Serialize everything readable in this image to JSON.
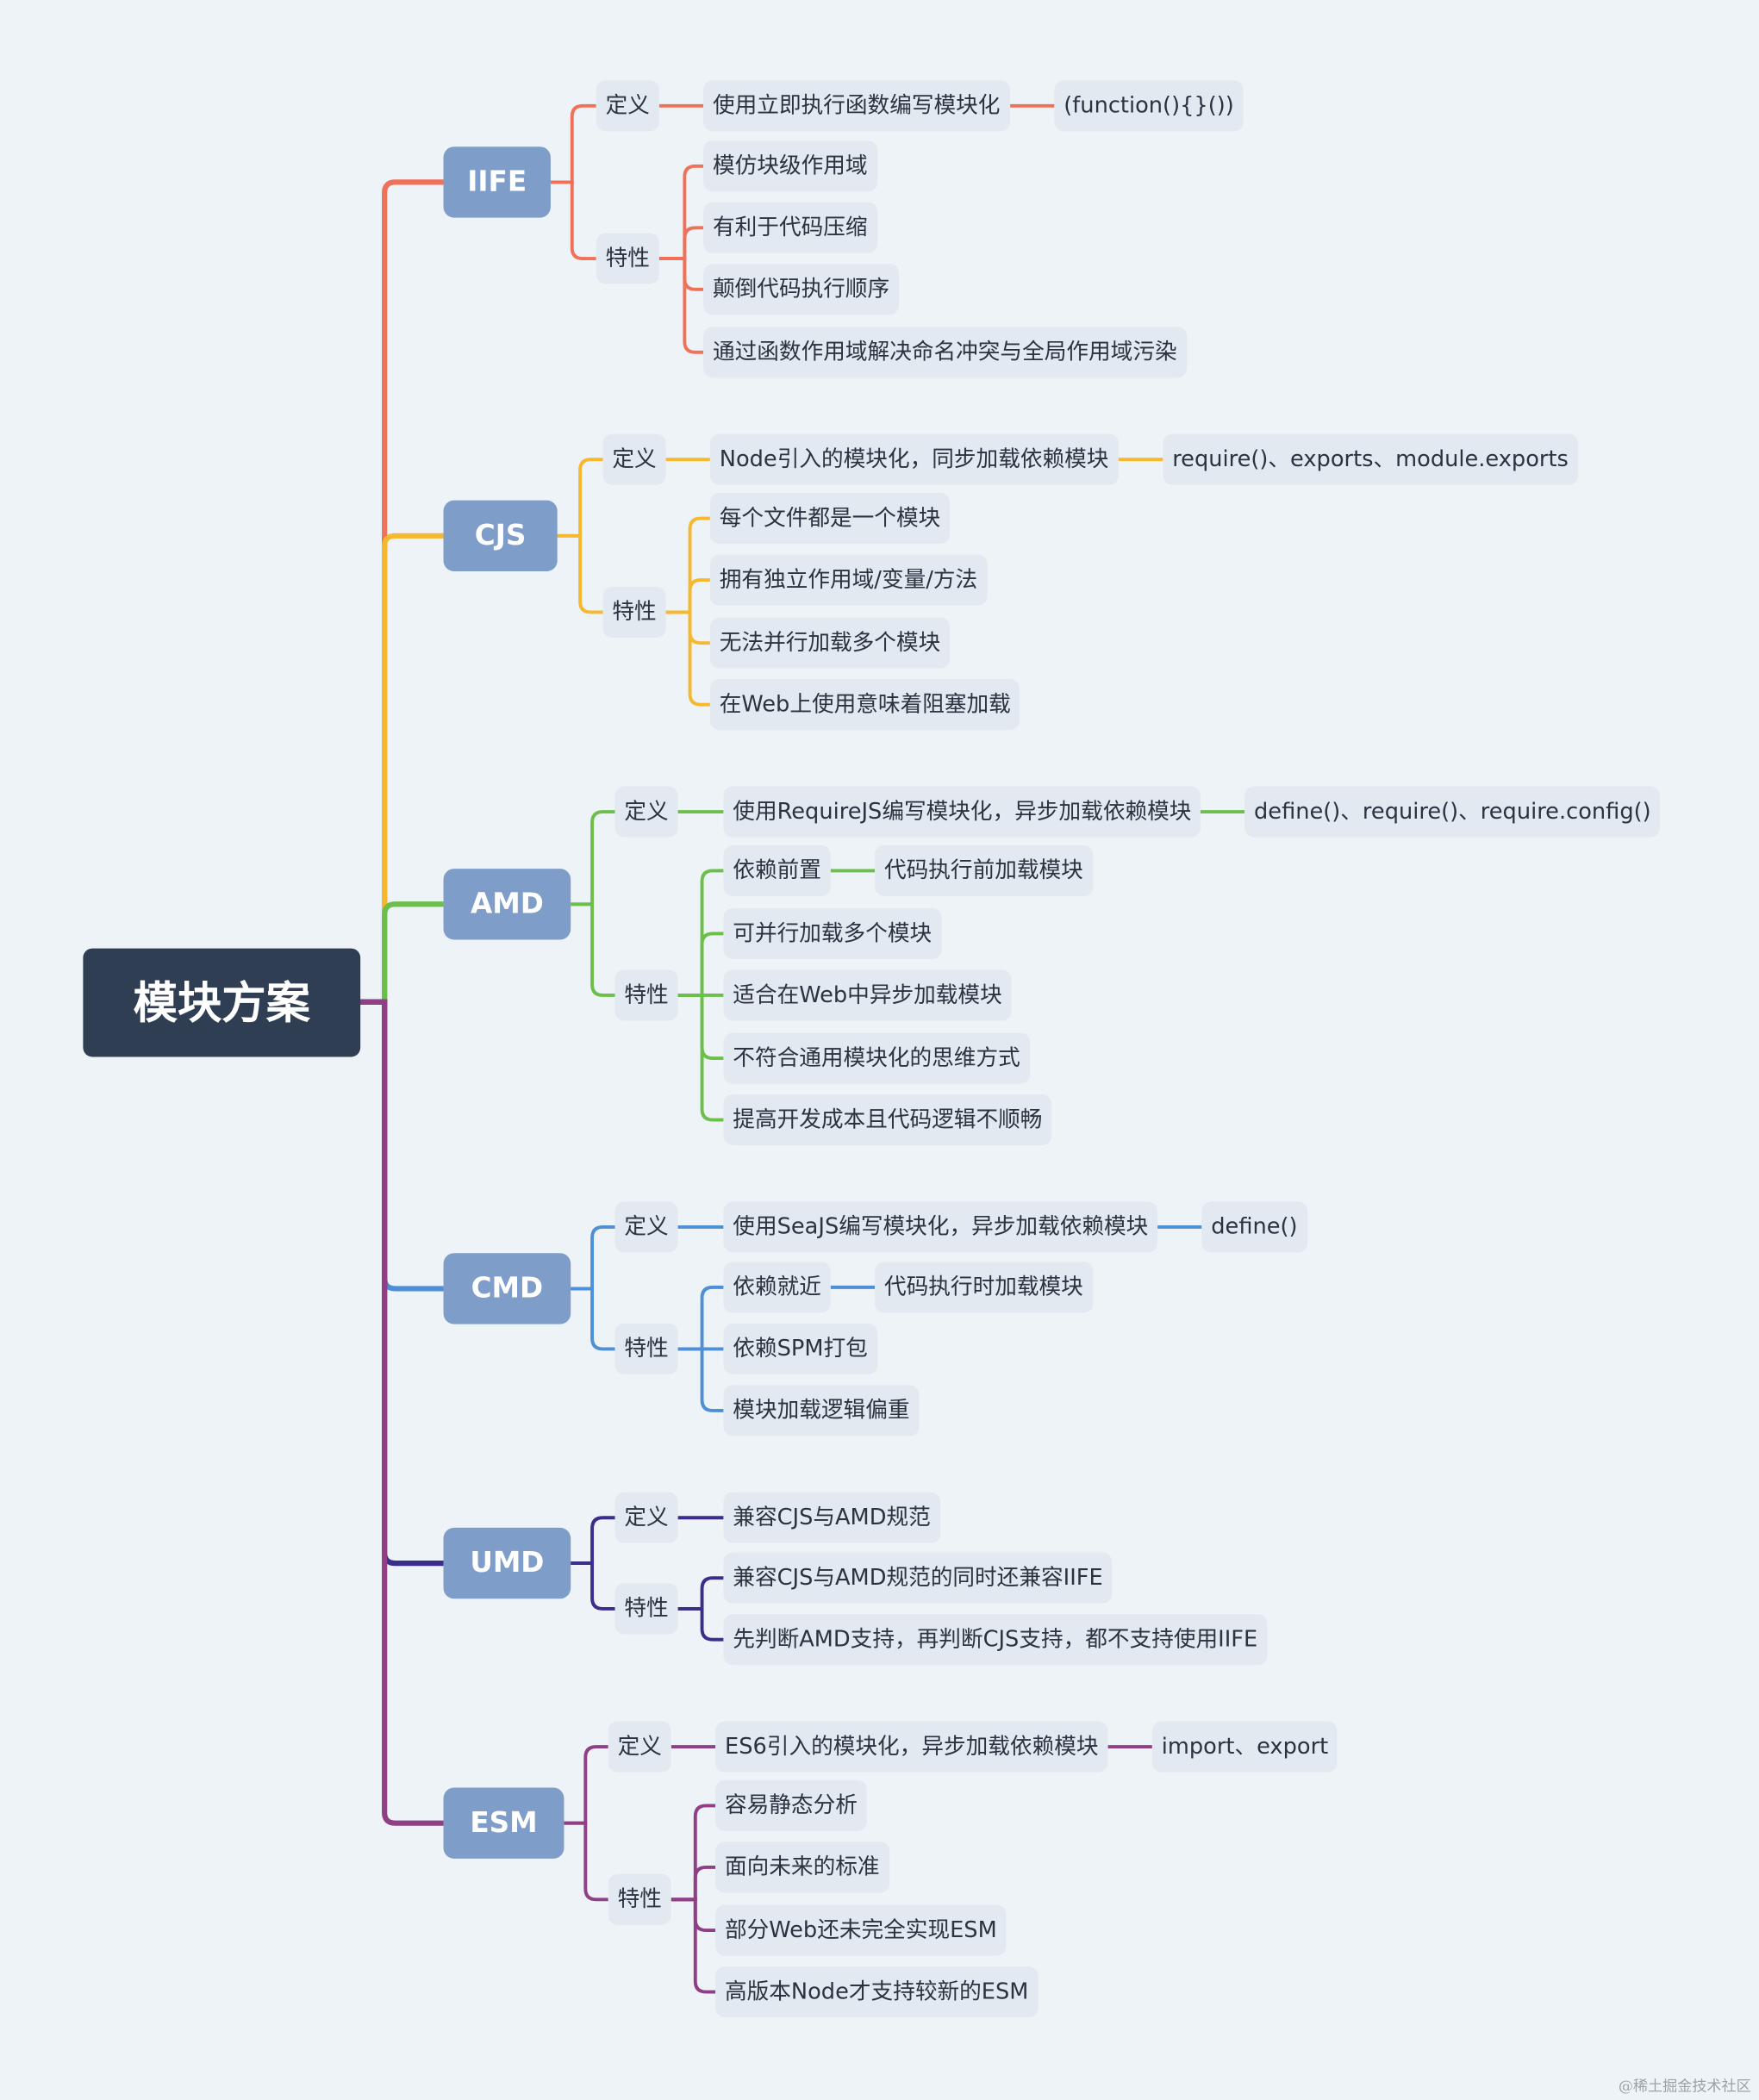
{
  "title": "模块方案",
  "watermark": "@稀土掘金技术社区",
  "labels": {
    "definition": "定义",
    "traits": "特性"
  },
  "branches": [
    {
      "name": "IIFE",
      "color": "#f0715a",
      "definition": "使用立即执行函数编写模块化",
      "definition_detail": "(function(){}())",
      "traits": [
        {
          "text": "模仿块级作用域"
        },
        {
          "text": "有利于代码压缩"
        },
        {
          "text": "颠倒代码执行顺序"
        },
        {
          "text": "通过函数作用域解决命名冲突与全局作用域污染"
        }
      ]
    },
    {
      "name": "CJS",
      "color": "#f5b82e",
      "definition": "Node引入的模块化，同步加载依赖模块",
      "definition_detail": "require()、exports、module.exports",
      "traits": [
        {
          "text": "每个文件都是一个模块"
        },
        {
          "text": "拥有独立作用域/变量/方法"
        },
        {
          "text": "无法并行加载多个模块"
        },
        {
          "text": "在Web上使用意味着阻塞加载"
        }
      ]
    },
    {
      "name": "AMD",
      "color": "#6cbf4b",
      "definition": "使用RequireJS编写模块化，异步加载依赖模块",
      "definition_detail": "define()、require()、require.config()",
      "traits": [
        {
          "text": "依赖前置",
          "detail": "代码执行前加载模块"
        },
        {
          "text": "可并行加载多个模块"
        },
        {
          "text": "适合在Web中异步加载模块"
        },
        {
          "text": "不符合通用模块化的思维方式"
        },
        {
          "text": "提高开发成本且代码逻辑不顺畅"
        }
      ]
    },
    {
      "name": "CMD",
      "color": "#4f8fd6",
      "definition": "使用SeaJS编写模块化，异步加载依赖模块",
      "definition_detail": "define()",
      "traits": [
        {
          "text": "依赖就近",
          "detail": "代码执行时加载模块"
        },
        {
          "text": "依赖SPM打包"
        },
        {
          "text": "模块加载逻辑偏重"
        }
      ]
    },
    {
      "name": "UMD",
      "color": "#3a2d8c",
      "definition": "兼容CJS与AMD规范",
      "traits": [
        {
          "text": "兼容CJS与AMD规范的同时还兼容IIFE"
        },
        {
          "text": "先判断AMD支持，再判断CJS支持，都不支持使用IIFE"
        }
      ]
    },
    {
      "name": "ESM",
      "color": "#8e3f86",
      "definition": "ES6引入的模块化，异步加载依赖模块",
      "definition_detail": "import、export",
      "traits": [
        {
          "text": "容易静态分析"
        },
        {
          "text": "面向未来的标准"
        },
        {
          "text": "部分Web还未完全实现ESM"
        },
        {
          "text": "高版本Node才支持较新的ESM"
        }
      ]
    }
  ]
}
